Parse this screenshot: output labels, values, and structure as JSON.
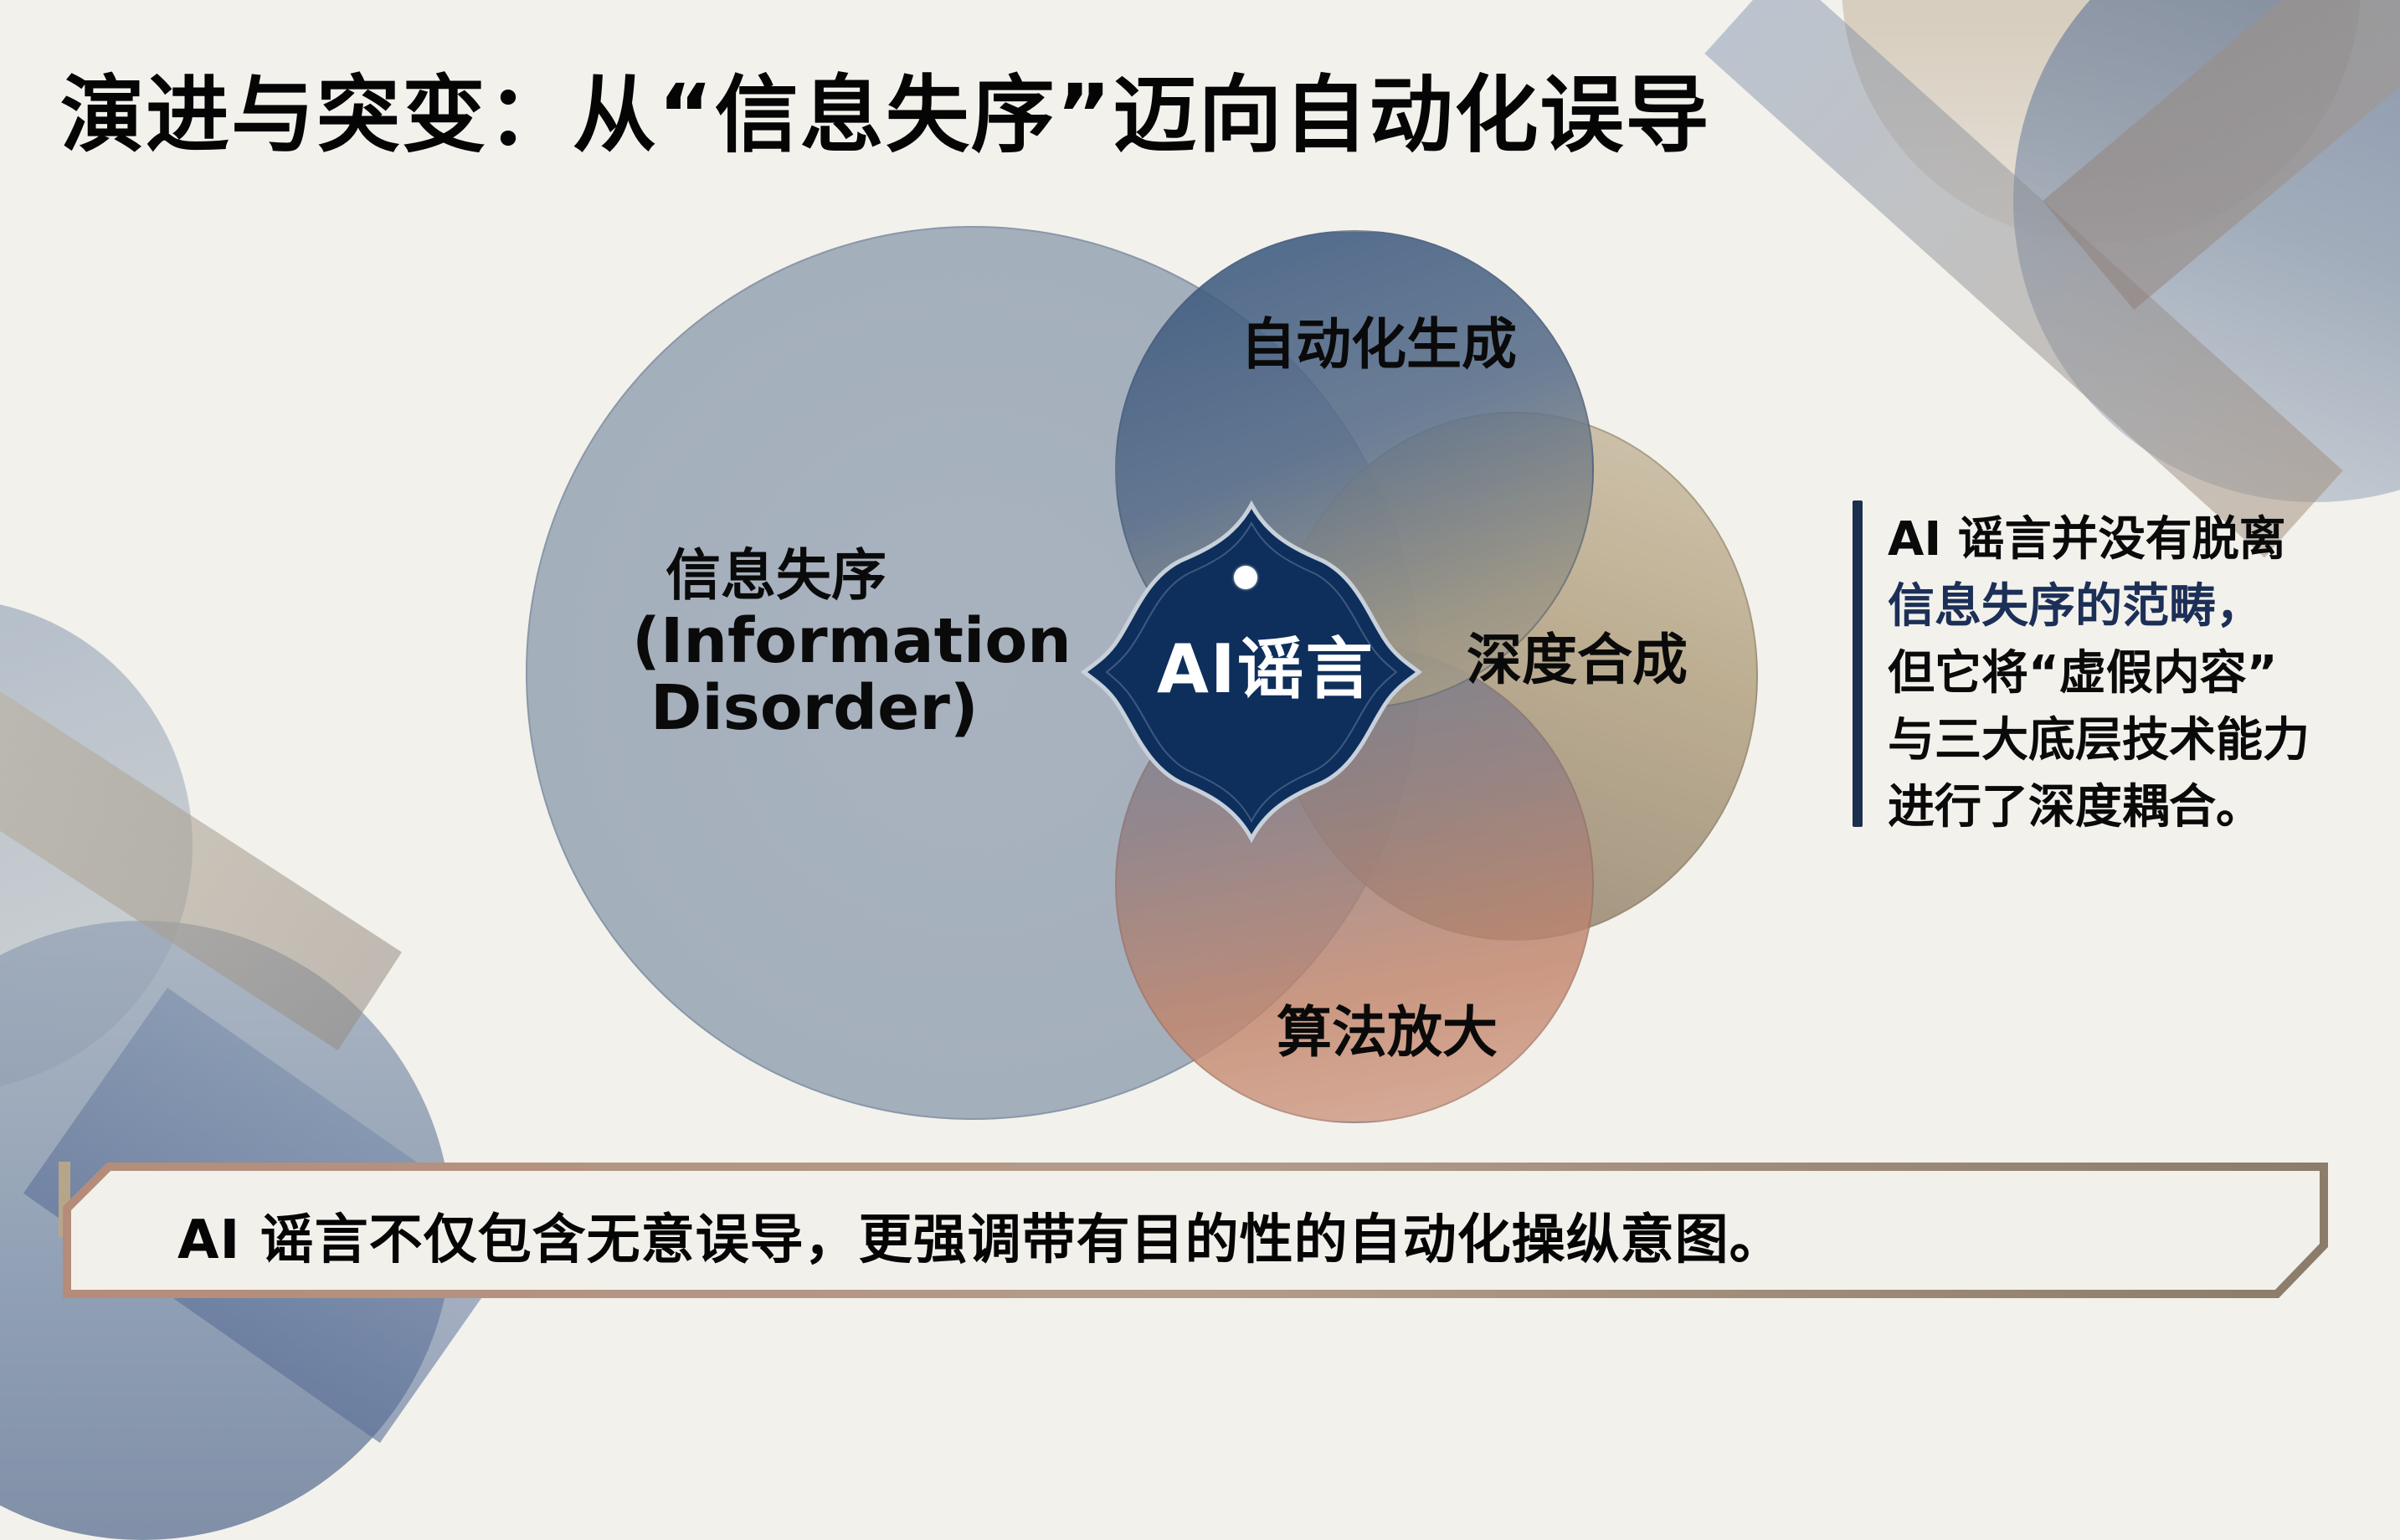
{
  "slide": {
    "title": "演进与突变：从“信息失序”迈向自动化误导",
    "colors": {
      "background": "#f2f1ec",
      "badge": "#0e2f5c",
      "accent_text": "#1c2f57",
      "side_bar": "#1b2f4e",
      "banner_border": "#a8897a"
    }
  },
  "diagram": {
    "center": {
      "label": "AI谣言",
      "icon": "dot-icon"
    },
    "circles": [
      {
        "id": "information-disorder",
        "label_cn": "信息失序",
        "label_en": "(Information Disorder)",
        "label_en_line1": "(Information",
        "label_en_line2": "Disorder)"
      },
      {
        "id": "automated-generation",
        "label": "自动化生成"
      },
      {
        "id": "deep-synthesis",
        "label": "深度合成"
      },
      {
        "id": "algorithmic-amplification",
        "label": "算法放大"
      }
    ]
  },
  "side_note": {
    "lines": [
      "AI 谣言并没有脱离",
      "信息失序的范畴，",
      "但它将“虚假内容”",
      "与三大底层技术能力",
      "进行了深度耦合。"
    ],
    "highlighted_line_index": 1
  },
  "banner": {
    "text": "AI 谣言不仅包含无意误导，更强调带有目的性的自动化操纵意图。"
  }
}
